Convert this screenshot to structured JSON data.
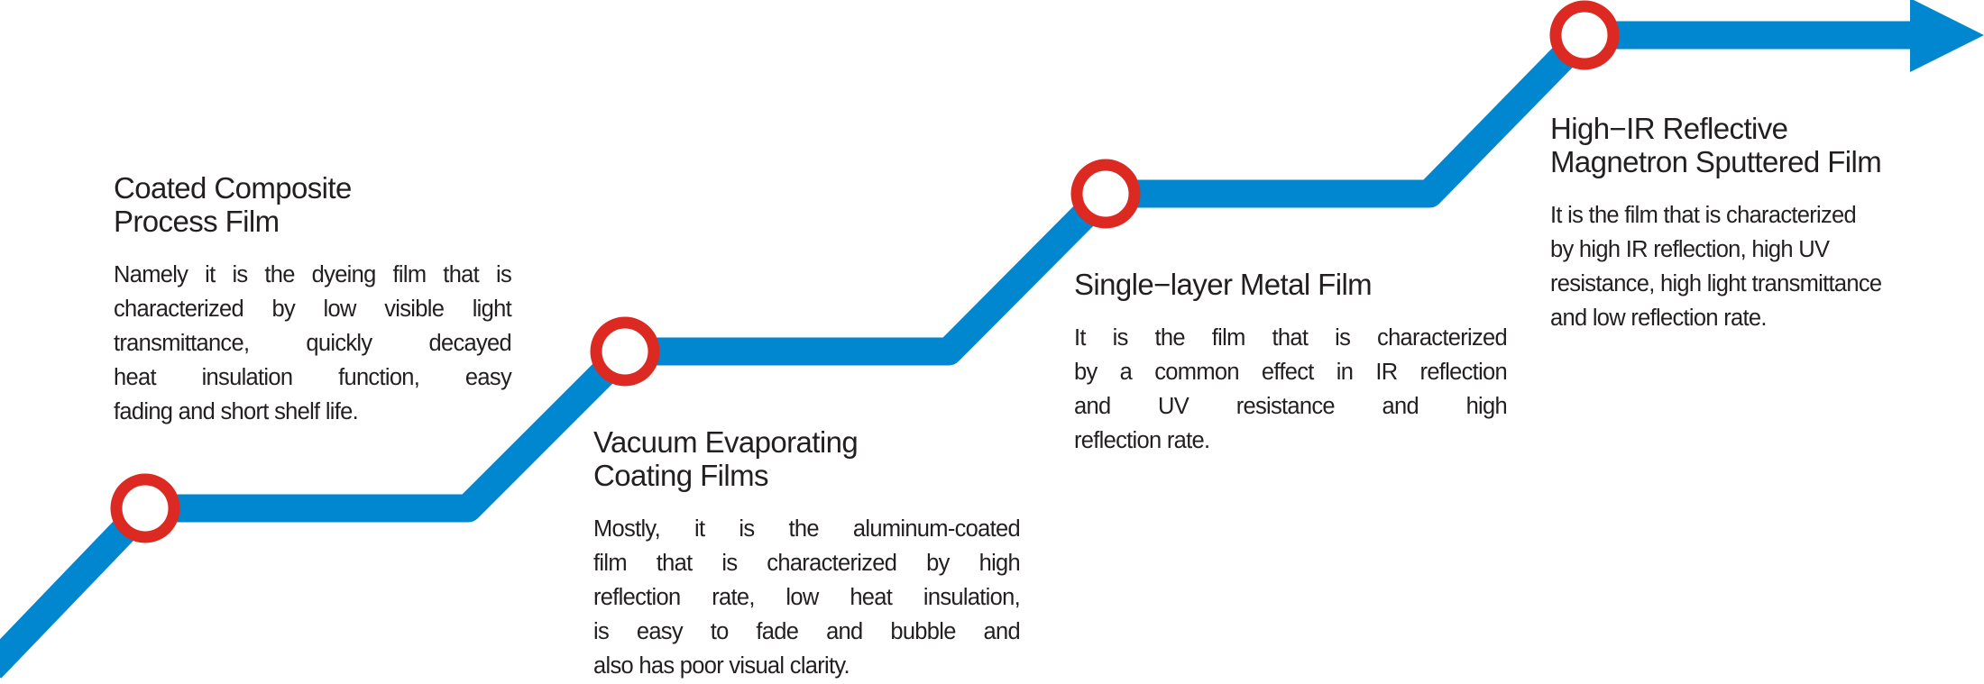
{
  "colors": {
    "path": "#0087cf",
    "node": "#dc2a22",
    "text": "#231f20"
  },
  "stages": [
    {
      "title_lines": [
        "Coated Composite",
        "Process Film"
      ],
      "body_lines": [
        "Namely it is the dyeing film that is",
        "characterized by low visible light",
        "transmittance, quickly decayed",
        "heat insulation function, easy",
        "fading and short shelf life."
      ]
    },
    {
      "title_lines": [
        "Vacuum Evaporating",
        "Coating Films"
      ],
      "body_lines": [
        "Mostly, it is the aluminum-coated",
        "film that is characterized by high",
        "reflection rate, low heat insulation,",
        "is easy to fade and bubble and",
        "also has poor visual clarity."
      ]
    },
    {
      "title_lines": [
        "Single−layer Metal Film"
      ],
      "body_lines": [
        "It is the film that is characterized",
        "by a common effect in IR reflection",
        "and UV resistance and high",
        "reflection rate."
      ]
    },
    {
      "title_lines": [
        "High−IR Reflective",
        "Magnetron Sputtered Film"
      ],
      "body_lines": [
        "It is the film that is characterized",
        "by high IR reflection, high UV",
        "resistance, high light transmittance",
        "and low reflection rate."
      ]
    }
  ]
}
